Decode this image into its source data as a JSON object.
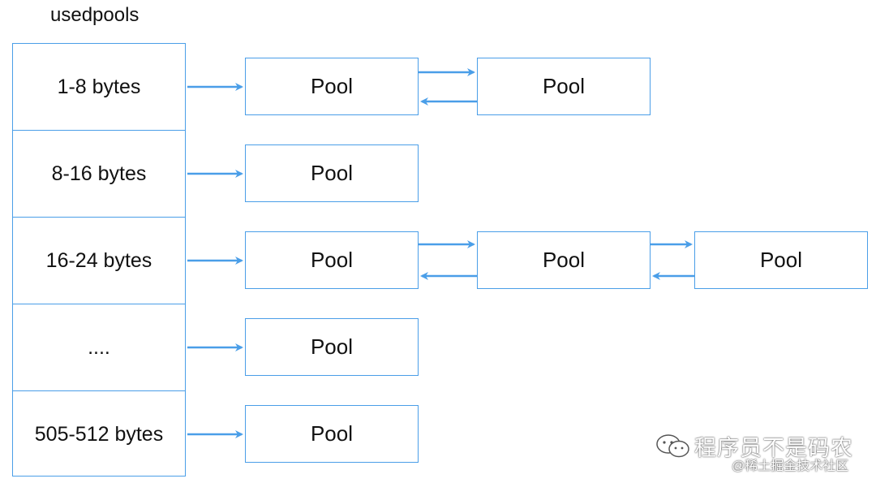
{
  "title": "usedpools",
  "buckets": [
    {
      "label": "1-8 bytes",
      "pools": [
        "Pool",
        "Pool"
      ]
    },
    {
      "label": "8-16 bytes",
      "pools": [
        "Pool"
      ]
    },
    {
      "label": "16-24 bytes",
      "pools": [
        "Pool",
        "Pool",
        "Pool"
      ]
    },
    {
      "label": "....",
      "pools": [
        "Pool"
      ]
    },
    {
      "label": "505-512 bytes",
      "pools": [
        "Pool"
      ]
    }
  ],
  "watermark": {
    "brand": "程序员不是码农",
    "sub": "@稀土掘金技术社区",
    "icon": "wechat-icon"
  },
  "colors": {
    "accent": "#4a9ee8",
    "text": "#111111"
  }
}
